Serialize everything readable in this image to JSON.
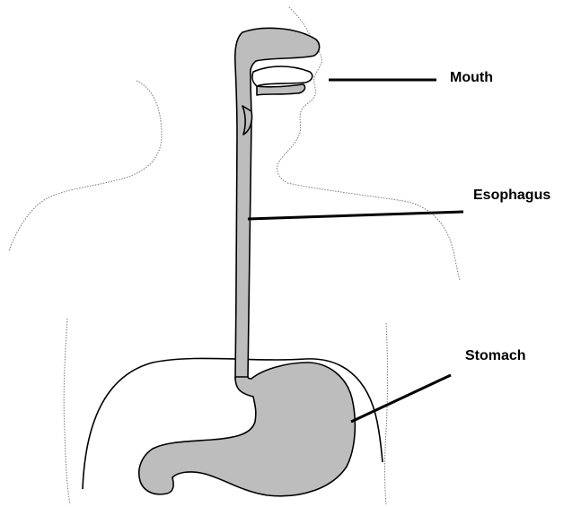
{
  "labels": {
    "mouth": "Mouth",
    "esophagus": "Esophagus",
    "stomach": "Stomach"
  },
  "colors": {
    "organ_fill": "#bdbdbd",
    "outline": "#000000",
    "body_outline": "#777777",
    "background": "#ffffff"
  }
}
